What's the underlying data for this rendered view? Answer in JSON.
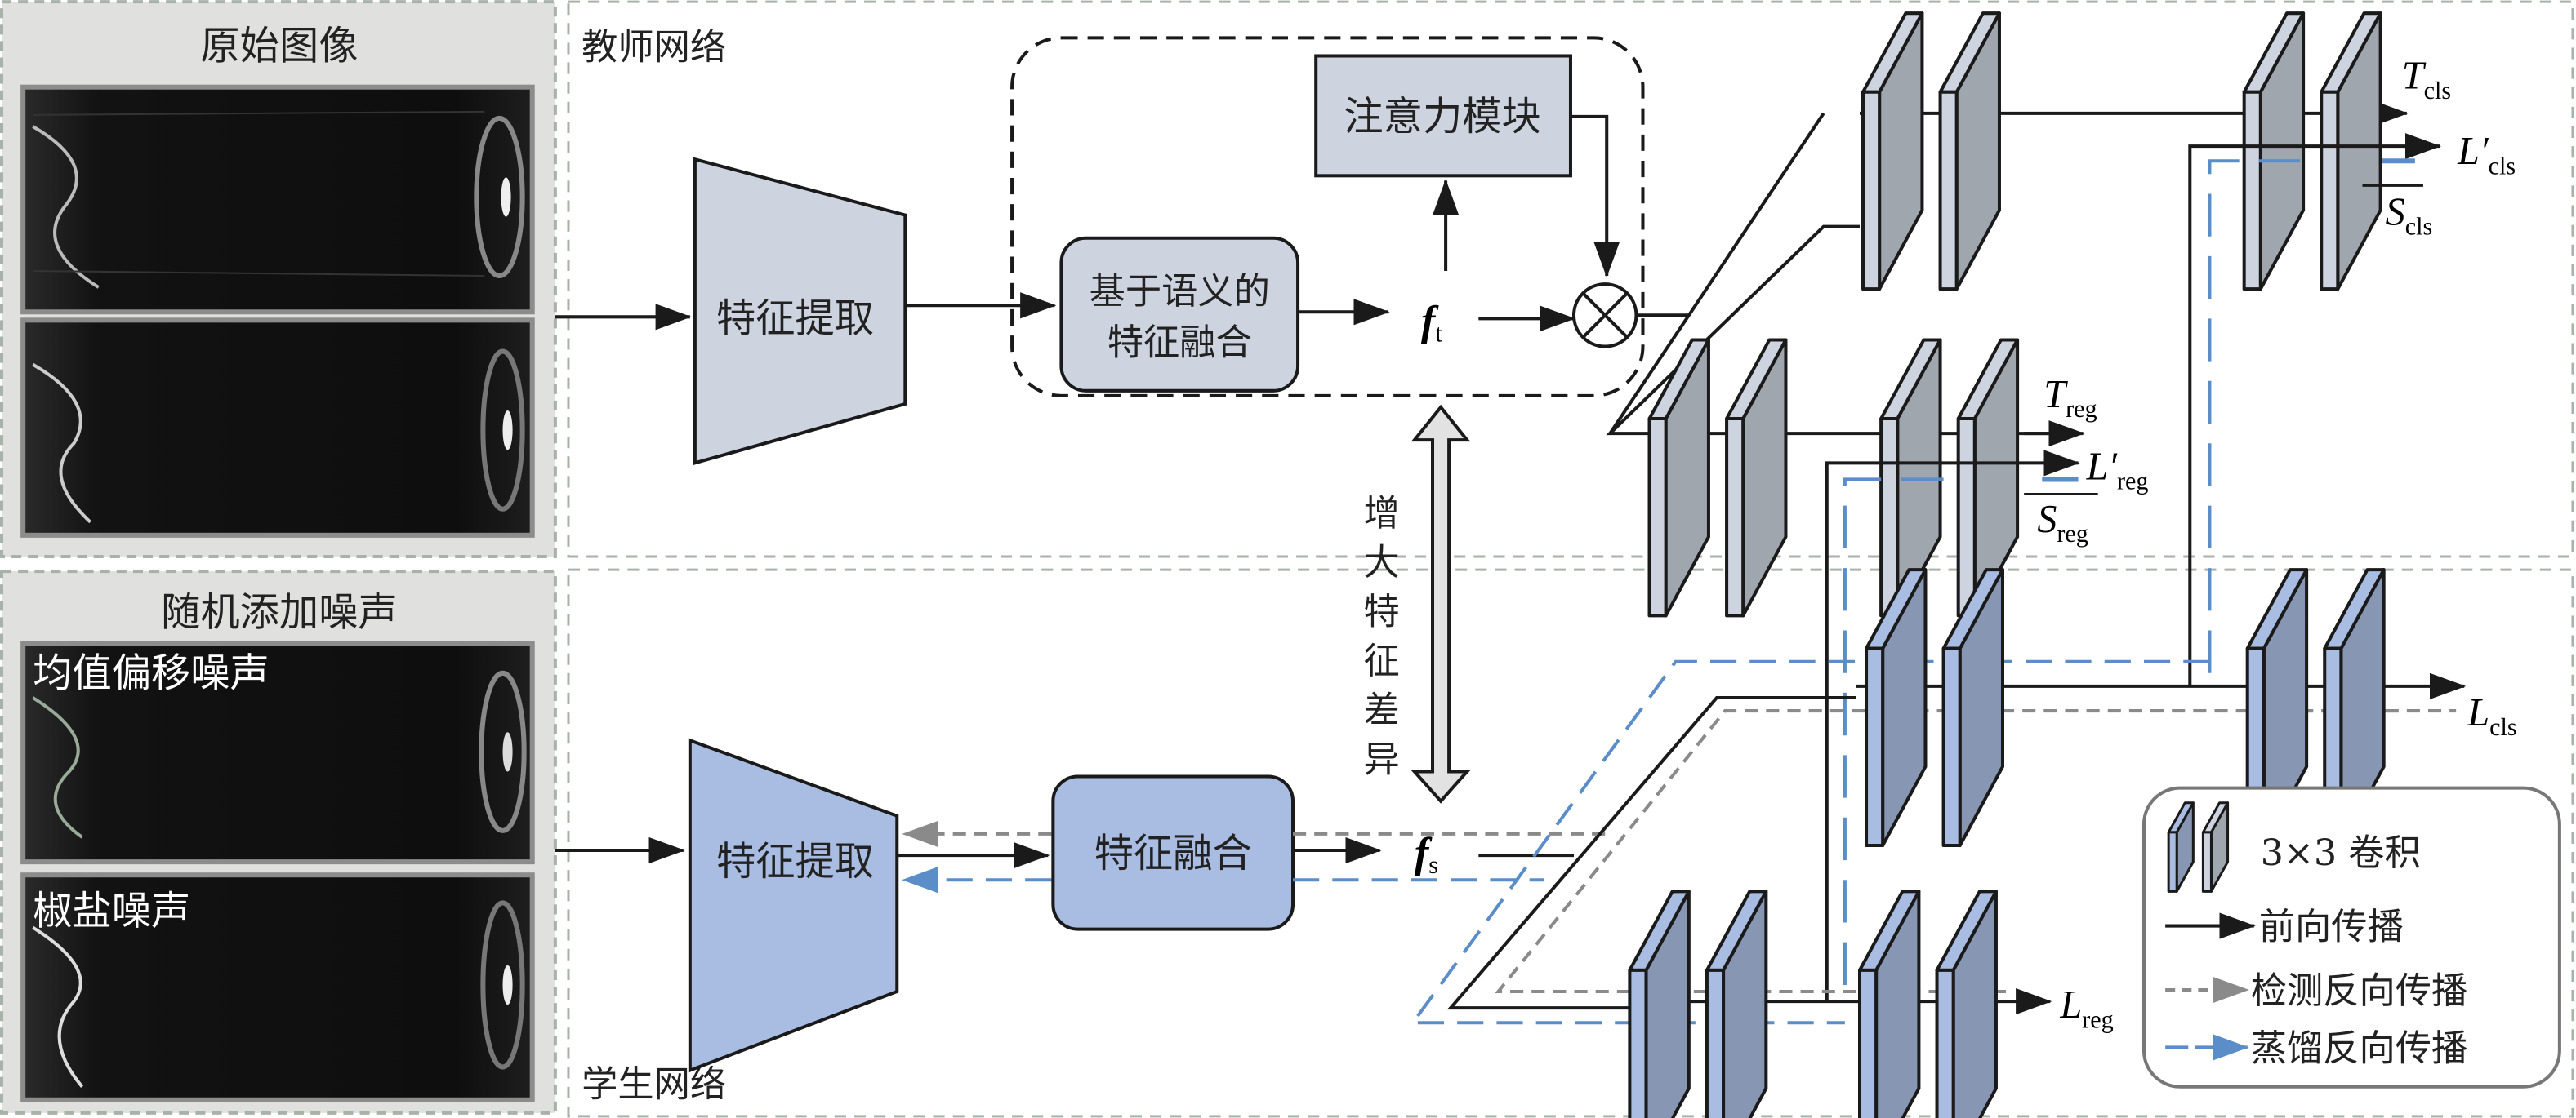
{
  "colors": {
    "teacher_fill": "#cdd3df",
    "teacher_conv_front": "#a0a6ae",
    "teacher_conv_side": "#cdd3df",
    "student_fill": "#a9bde2",
    "student_conv_front": "#8796b3",
    "student_conv_side": "#a9bde2",
    "panel_bg": "#e0e0df",
    "panel_border": "#a9b2a9",
    "distill_blue": "#5b8dc8",
    "detect_gray": "#8a8a8a"
  },
  "teacher": {
    "label": "教师网络",
    "input_panel_title": "原始图像",
    "feature_extract": "特征提取",
    "semantic_fusion_line1": "基于语义的",
    "semantic_fusion_line2": "特征融合",
    "attention_module": "注意力模块",
    "feature_symbol": "f",
    "feature_sub": "t",
    "outputs": {
      "t_cls": {
        "main": "T",
        "sub": "cls"
      },
      "l_cls_prime": {
        "main": "L′",
        "sub": "cls"
      },
      "s_cls": {
        "main": "S",
        "sub": "cls"
      },
      "t_reg": {
        "main": "T",
        "sub": "reg"
      },
      "l_reg_prime": {
        "main": "L′",
        "sub": "reg"
      },
      "s_reg": {
        "main": "S",
        "sub": "reg"
      }
    }
  },
  "student": {
    "label": "学生网络",
    "input_panel_title": "随机添加噪声",
    "image1_caption": "均值偏移噪声",
    "image2_caption": "椒盐噪声",
    "feature_extract": "特征提取",
    "feature_fusion": "特征融合",
    "feature_symbol": "f",
    "feature_sub": "s",
    "outputs": {
      "l_cls": {
        "main": "L",
        "sub": "cls"
      },
      "l_reg": {
        "main": "L",
        "sub": "reg"
      }
    }
  },
  "middle_arrow_label": [
    "增",
    "大",
    "特",
    "征",
    "差",
    "异"
  ],
  "legend": {
    "conv": "3×3 卷积",
    "forward": "前向传播",
    "detect_backward": "检测反向传播",
    "distill_backward": "蒸馏反向传播"
  }
}
